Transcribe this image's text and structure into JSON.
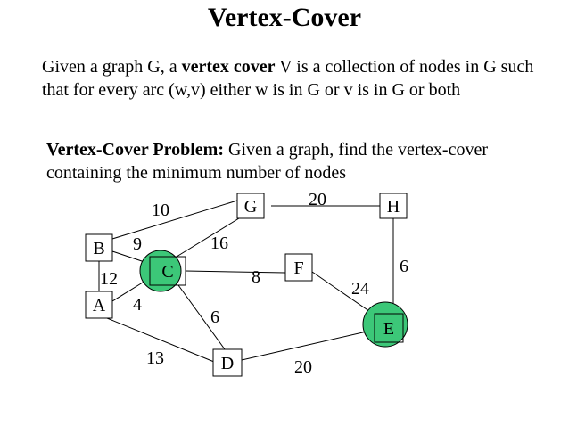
{
  "title": "Vertex-Cover",
  "definition": {
    "before": "Given a graph G, a ",
    "term": "vertex cover",
    "after": " V is a collection of nodes in G such that for every arc (w,v) either w is in G or v is in G or both"
  },
  "problem": {
    "term": "Vertex-Cover Problem:",
    "text": " Given a graph, find the vertex-cover containing the minimum number of nodes"
  },
  "graph": {
    "colors": {
      "cover_fill": "#3cc778",
      "node_fill": "#ffffff",
      "stroke": "#000000"
    },
    "nodes": [
      {
        "id": "B",
        "label": "B",
        "in_cover": false
      },
      {
        "id": "A",
        "label": "A",
        "in_cover": false
      },
      {
        "id": "C",
        "label": "C",
        "in_cover": true
      },
      {
        "id": "G",
        "label": "G",
        "in_cover": false
      },
      {
        "id": "H",
        "label": "H",
        "in_cover": false
      },
      {
        "id": "F",
        "label": "F",
        "in_cover": false
      },
      {
        "id": "D",
        "label": "D",
        "in_cover": false
      },
      {
        "id": "E",
        "label": "E",
        "in_cover": true
      }
    ],
    "edges": [
      {
        "from": "B",
        "to": "G",
        "weight": "10"
      },
      {
        "from": "B",
        "to": "C",
        "weight": "9"
      },
      {
        "from": "B",
        "to": "A",
        "weight": "12"
      },
      {
        "from": "A",
        "to": "C",
        "weight": "4"
      },
      {
        "from": "A",
        "to": "D",
        "weight": "13"
      },
      {
        "from": "C",
        "to": "G",
        "weight": "16"
      },
      {
        "from": "C",
        "to": "F",
        "weight": "8"
      },
      {
        "from": "C",
        "to": "D",
        "weight": "6"
      },
      {
        "from": "G",
        "to": "H",
        "weight": "20"
      },
      {
        "from": "H",
        "to": "E",
        "weight": "6"
      },
      {
        "from": "F",
        "to": "E",
        "weight": "24"
      },
      {
        "from": "D",
        "to": "E",
        "weight": "20"
      }
    ]
  }
}
